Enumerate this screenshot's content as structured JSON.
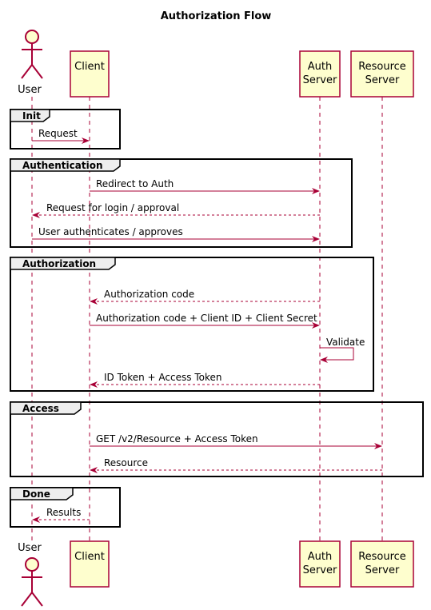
{
  "title": "Authorization Flow",
  "colors": {
    "participant_fill": "#FEFECE",
    "participant_border": "#A80036",
    "arrow": "#A80036",
    "lifeline": "#A80036",
    "frame_border": "#000000",
    "frame_tab_fill": "#EEEEEE"
  },
  "participants": [
    {
      "id": "user",
      "label": "User",
      "kind": "actor"
    },
    {
      "id": "client",
      "label": "Client",
      "kind": "box"
    },
    {
      "id": "auth",
      "label": "Auth Server",
      "lines": [
        "Auth",
        "Server"
      ],
      "kind": "box"
    },
    {
      "id": "resource",
      "label": "Resource Server",
      "lines": [
        "Resource",
        "Server"
      ],
      "kind": "box"
    }
  ],
  "groups": [
    {
      "label": "Init"
    },
    {
      "label": "Authentication"
    },
    {
      "label": "Authorization"
    },
    {
      "label": "Access"
    },
    {
      "label": "Done"
    }
  ],
  "messages": [
    {
      "from": "user",
      "to": "client",
      "text": "Request",
      "style": "solid",
      "group": 0
    },
    {
      "from": "client",
      "to": "auth",
      "text": "Redirect to Auth",
      "style": "solid",
      "group": 1
    },
    {
      "from": "auth",
      "to": "user",
      "text": "Request for login / approval",
      "style": "dashed",
      "group": 1
    },
    {
      "from": "user",
      "to": "auth",
      "text": "User authenticates / approves",
      "style": "solid",
      "group": 1
    },
    {
      "from": "auth",
      "to": "client",
      "text": "Authorization code",
      "style": "dashed",
      "group": 2
    },
    {
      "from": "client",
      "to": "auth",
      "text": "Authorization code + Client ID + Client Secret",
      "style": "solid",
      "group": 2
    },
    {
      "from": "auth",
      "to": "auth",
      "text": "Validate",
      "style": "solid",
      "group": 2
    },
    {
      "from": "auth",
      "to": "client",
      "text": "ID Token + Access Token",
      "style": "dashed",
      "group": 2
    },
    {
      "from": "client",
      "to": "resource",
      "text": "GET /v2/Resource + Access Token",
      "style": "solid",
      "group": 3
    },
    {
      "from": "resource",
      "to": "client",
      "text": "Resource",
      "style": "dashed",
      "group": 3
    },
    {
      "from": "client",
      "to": "user",
      "text": "Results",
      "style": "dashed",
      "group": 4
    }
  ]
}
